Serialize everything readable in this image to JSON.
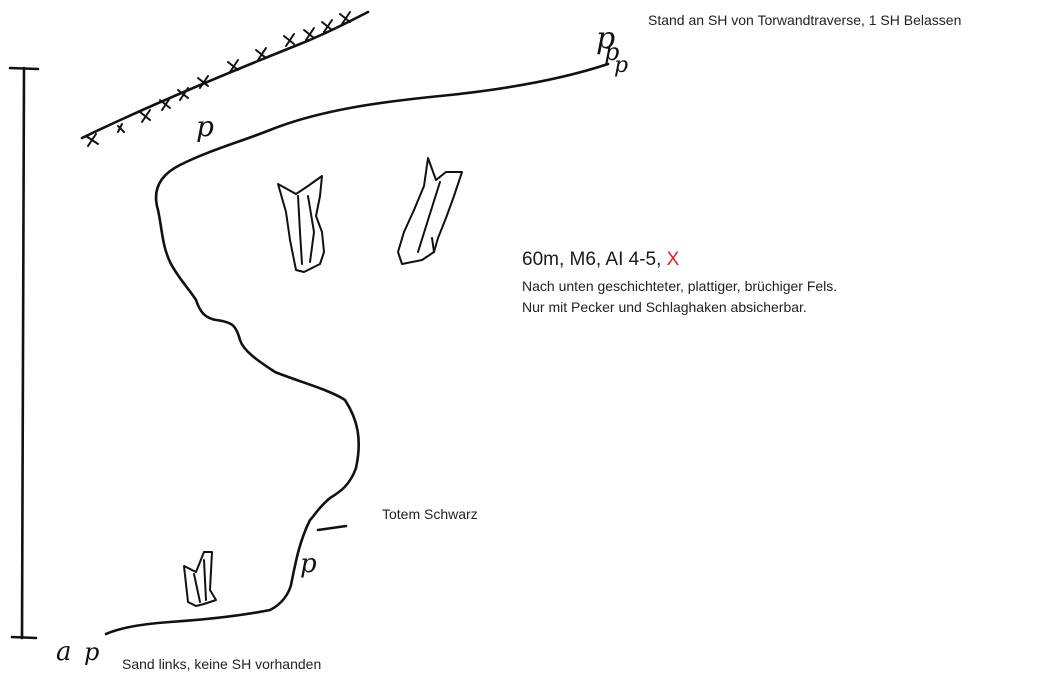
{
  "labels": {
    "top_belay": "Stand an SH von Torwandtraverse, 1 SH Belassen",
    "grade_main": "60m, M6,  AI 4-5, ",
    "grade_mark": "X",
    "description_line1": "Nach unten geschichteter, plattiger, brüchiger Fels.",
    "description_line2": "Nur mit Pecker und Schlaghaken absicherbar.",
    "feature_name": "Totem Schwarz",
    "bottom_belay": "Sand links, keine SH vorhanden"
  },
  "sketch_marks": {
    "piton_glyph": "p",
    "anchor_glyph": "a",
    "cross_glyph": "x"
  },
  "colors": {
    "ink": "#111111",
    "grade_mark": "#e0221b"
  }
}
